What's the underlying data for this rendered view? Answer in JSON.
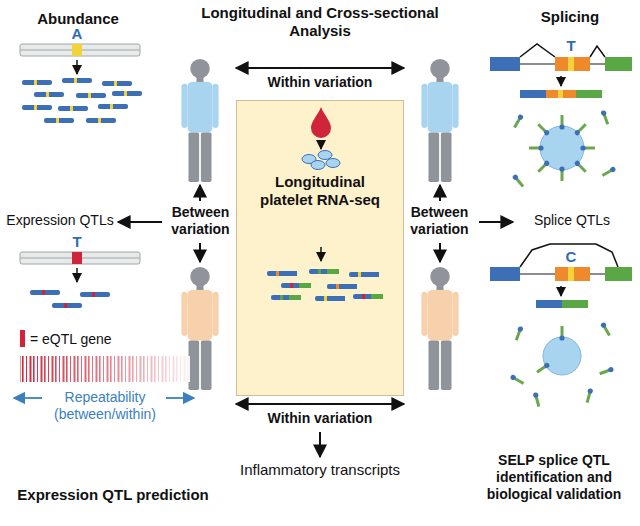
{
  "diagram": {
    "title": "Longitudinal and Cross-sectional Analysis",
    "nodes": [
      {
        "text": [
          "Longitudinal platelet RNA-seq"
        ]
      }
    ],
    "labels": [
      "Abundance",
      "A",
      "Expression QTLs",
      "T",
      "Repeatability (between/within)",
      "Expression QTL prediction",
      "Within variation",
      "Between variation",
      "Between variation",
      "Within variation",
      "Inflammatory transcripts",
      "Splicing",
      "T",
      "Splice QTLs",
      "C",
      "SELP splice QTL identification and biological validation"
    ],
    "legend": [
      {
        "text": "= eQTL gene",
        "color": "#d0243a"
      }
    ]
  }
}
